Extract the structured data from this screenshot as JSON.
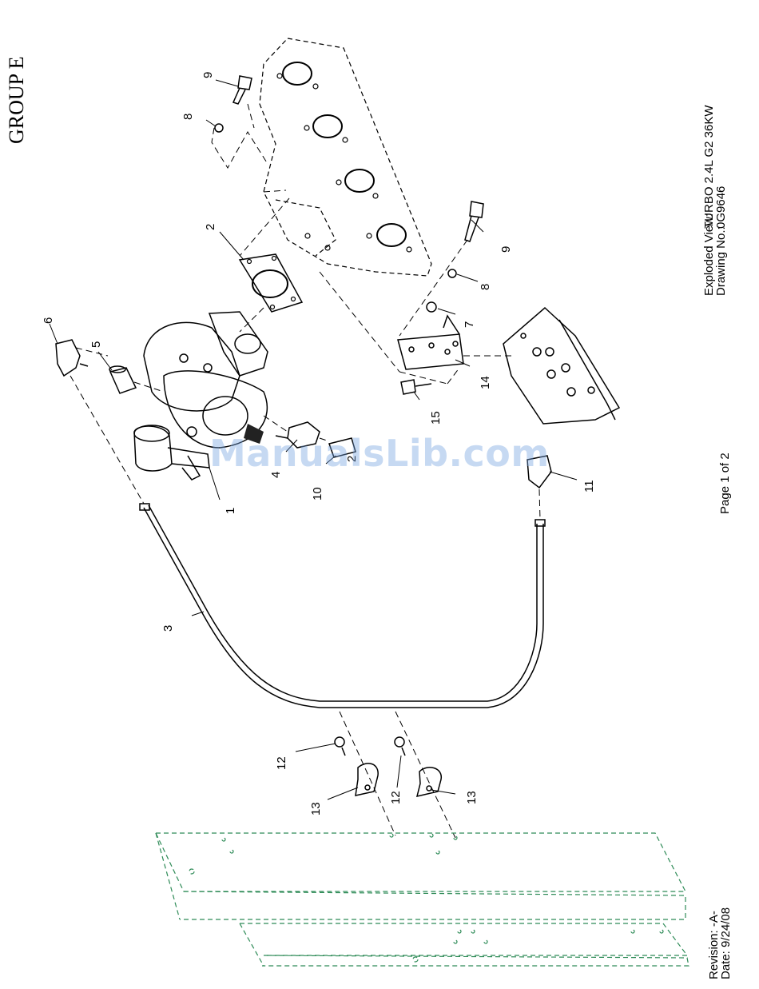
{
  "group_title": "GROUP E",
  "view": {
    "label": "Exploded View:",
    "value": "TURBO 2.4L G2 36KW"
  },
  "drawing": {
    "label": "Drawing No.:",
    "value": "0G9646"
  },
  "page": "Page 1 of 2",
  "revision": "Revision: -A-",
  "date": "Date: 9/24/08",
  "watermark": "ManualsLib.com",
  "accent_color": "#2e8b57",
  "callouts": [
    "1",
    "2",
    "3",
    "4",
    "5",
    "6",
    "7",
    "8",
    "9",
    "10",
    "11",
    "12",
    "13",
    "14",
    "15",
    "2",
    "8",
    "9",
    "12",
    "13"
  ]
}
